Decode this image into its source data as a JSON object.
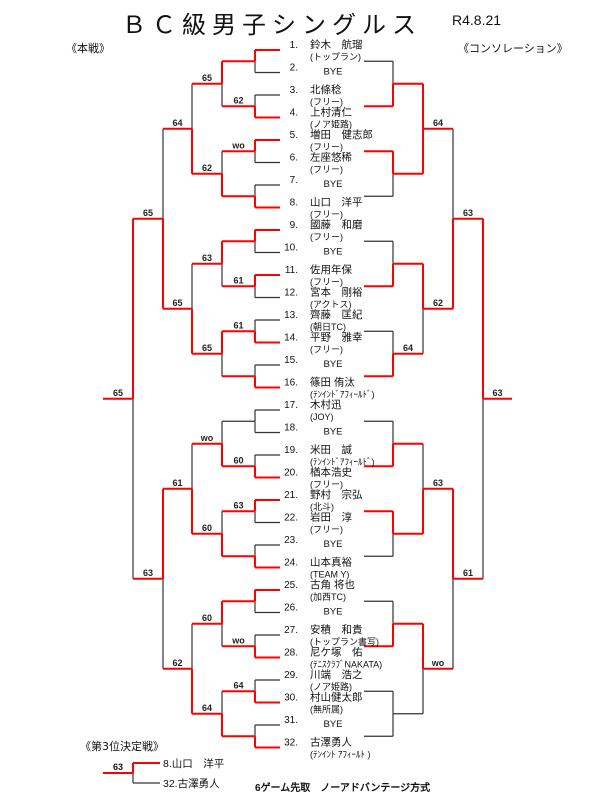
{
  "title": "ＢＣ級男子シングルス",
  "date": "R4.8.21",
  "main_label": "《本戦》",
  "consolation_label": "《コンソレーション》",
  "players": [
    {
      "no": "1.",
      "name": "鈴木　航瑠",
      "team": "(トップラン)"
    },
    {
      "no": "2.",
      "name": "BYE",
      "team": ""
    },
    {
      "no": "3.",
      "name": "北條稔",
      "team": "(フリー)"
    },
    {
      "no": "4.",
      "name": "上村清仁",
      "team": "(ノア姫路)"
    },
    {
      "no": "5.",
      "name": "増田　健志郎",
      "team": "(フリー)"
    },
    {
      "no": "6.",
      "name": "左座悠稀",
      "team": "(フリー)"
    },
    {
      "no": "7.",
      "name": "BYE",
      "team": ""
    },
    {
      "no": "8.",
      "name": "山口　洋平",
      "team": "(フリー)"
    },
    {
      "no": "9.",
      "name": "國藤　和磨",
      "team": "(フリー)"
    },
    {
      "no": "10.",
      "name": "BYE",
      "team": ""
    },
    {
      "no": "11.",
      "name": "佐用年保",
      "team": "(フリー)"
    },
    {
      "no": "12.",
      "name": "宮本　剛裕",
      "team": "(アクトス)"
    },
    {
      "no": "13.",
      "name": "齊藤　匡紀",
      "team": "(朝日TC)"
    },
    {
      "no": "14.",
      "name": "平野　雅幸",
      "team": "(フリー)"
    },
    {
      "no": "15.",
      "name": "BYE",
      "team": ""
    },
    {
      "no": "16.",
      "name": "篠田 侑汰",
      "team": "(ﾃﾝｲﾝﾄﾞｱﾌｨｰﾙﾄﾞ)"
    },
    {
      "no": "17.",
      "name": "木村迅",
      "team": "(JOY)"
    },
    {
      "no": "18.",
      "name": "BYE",
      "team": ""
    },
    {
      "no": "19.",
      "name": "米田　誠",
      "team": "(ﾃﾝｲﾝﾄﾞｱﾌｨｰﾙﾄﾞ)"
    },
    {
      "no": "20.",
      "name": "楢本浩史",
      "team": "(フリー)"
    },
    {
      "no": "21.",
      "name": "野村　宗弘",
      "team": "(北斗)"
    },
    {
      "no": "22.",
      "name": "岩田　淳",
      "team": "(フリー)"
    },
    {
      "no": "23.",
      "name": "BYE",
      "team": ""
    },
    {
      "no": "24.",
      "name": "山本真裕",
      "team": "(TEAM Y)"
    },
    {
      "no": "25.",
      "name": "古角 将也",
      "team": "(加西TC)"
    },
    {
      "no": "26.",
      "name": "BYE",
      "team": ""
    },
    {
      "no": "27.",
      "name": "安積　和貴",
      "team": "(トップラン書写)"
    },
    {
      "no": "28.",
      "name": "尼ケ塚　佑",
      "team": "(ﾃﾆｽｸﾗﾌﾞNAKATA)"
    },
    {
      "no": "29.",
      "name": "川端　浩之",
      "team": "(ノア姫路)"
    },
    {
      "no": "30.",
      "name": "村山健太郎",
      "team": "(無所属)"
    },
    {
      "no": "31.",
      "name": "BYE",
      "team": ""
    },
    {
      "no": "32.",
      "name": "古澤勇人",
      "team": "(ﾃﾝｲﾝﾄ ｱﾌｨｰﾙﾄ )"
    }
  ],
  "main_draw": {
    "rounds": [
      {
        "winners": [
          "t",
          "b",
          "t",
          "b",
          "t",
          "t",
          "b",
          "b",
          "n",
          "b",
          "t",
          "b",
          "t",
          "b",
          "b",
          "b"
        ],
        "scores": [
          "",
          "62",
          "wo",
          "",
          "",
          "61",
          "61",
          "",
          "",
          "60",
          "63",
          "",
          "",
          "wo",
          "64",
          ""
        ]
      },
      {
        "winners": [
          "t",
          "b",
          "t",
          "t",
          "b",
          "b",
          "t",
          "b"
        ],
        "scores": [
          "65",
          "62",
          "63",
          "65",
          "wo",
          "60",
          "60",
          "64"
        ]
      },
      {
        "winners": [
          "b",
          "b",
          "b",
          "b"
        ],
        "scores": [
          "64",
          "65",
          "61",
          "62"
        ]
      },
      {
        "winners": [
          "b",
          "t"
        ],
        "scores": [
          "65",
          "63"
        ]
      },
      {
        "winners": [
          "t"
        ],
        "scores": [
          "65"
        ]
      }
    ]
  },
  "consolation": {
    "rounds": [
      {
        "winners": [
          "b",
          "t",
          "b",
          "b",
          "b",
          "t",
          "b",
          "n"
        ],
        "scores": [
          "",
          "",
          "",
          "64",
          "",
          "",
          "",
          ""
        ]
      },
      {
        "winners": [
          "both",
          "t",
          "b",
          "t"
        ],
        "scores": [
          "64",
          "62",
          "63",
          "wo"
        ]
      },
      {
        "winners": [
          "b",
          "t"
        ],
        "scores": [
          "63",
          "61"
        ]
      },
      {
        "winners": [
          "t"
        ],
        "scores": [
          "63"
        ]
      }
    ]
  },
  "third_place": {
    "label": "《第3位決定戦》",
    "score": "63",
    "players": [
      "8.山口　洋平",
      "32.古澤勇人"
    ],
    "winner": "t"
  },
  "footer": "6ゲーム先取　ノーアドバンテージ方式",
  "colors": {
    "win": "#ff0000",
    "line": "#333333"
  }
}
